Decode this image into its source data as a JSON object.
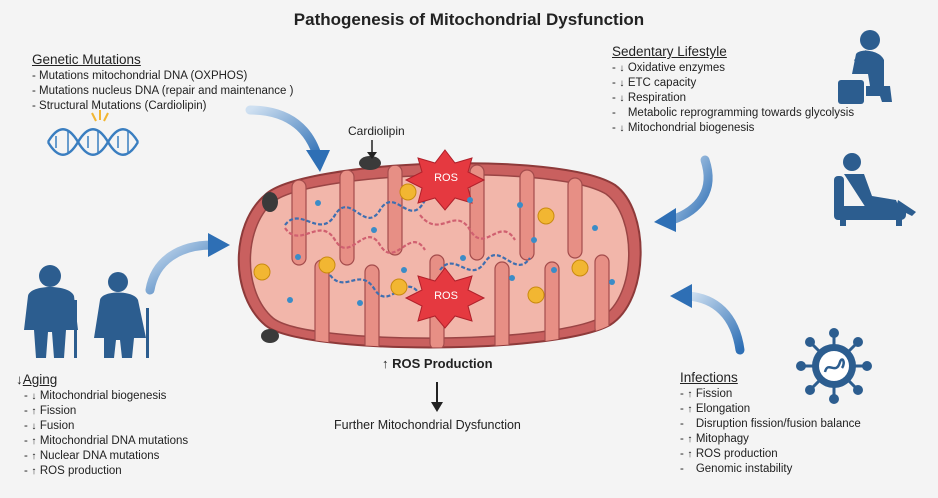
{
  "title": "Pathogenesis of Mitochondrial Dysfunction",
  "genetic": {
    "heading": "Genetic Mutations",
    "items": [
      "- Mutations mitochondrial DNA (OXPHOS)",
      "- Mutations nucleus DNA (repair and maintenance )",
      "- Structural Mutations (Cardiolipin)"
    ]
  },
  "sedentary": {
    "heading": "Sedentary Lifestyle",
    "items": [
      {
        "prefix": "-",
        "mark": "↓",
        "text": "Oxidative enzymes"
      },
      {
        "prefix": "-",
        "mark": "↓",
        "text": "ETC capacity"
      },
      {
        "prefix": "-",
        "mark": "↓",
        "text": "Respiration"
      },
      {
        "prefix": "-",
        "mark": "",
        "text": "Metabolic reprogramming towards glycolysis"
      },
      {
        "prefix": "-",
        "mark": "↓",
        "text": "Mitochondrial biogenesis"
      }
    ]
  },
  "aging": {
    "heading_mark": "↓",
    "heading": "Aging",
    "items": [
      {
        "prefix": "-",
        "mark": "↓",
        "text": "Mitochondrial biogenesis"
      },
      {
        "prefix": "-",
        "mark": "↑",
        "text": "Fission"
      },
      {
        "prefix": "-",
        "mark": "↓",
        "text": "Fusion"
      },
      {
        "prefix": "-",
        "mark": "↑",
        "text": "Mitochondrial DNA mutations"
      },
      {
        "prefix": "-",
        "mark": "↑",
        "text": "Nuclear DNA mutations"
      },
      {
        "prefix": "-",
        "mark": "↑",
        "text": "ROS production"
      }
    ]
  },
  "infections": {
    "heading": "Infections",
    "items": [
      {
        "prefix": "-",
        "mark": "↑",
        "text": "Fission"
      },
      {
        "prefix": "-",
        "mark": "↑",
        "text": "Elongation"
      },
      {
        "prefix": "-",
        "mark": "",
        "text": "Disruption fission/fusion balance"
      },
      {
        "prefix": "-",
        "mark": "↑",
        "text": "Mitophagy"
      },
      {
        "prefix": "-",
        "mark": "↑",
        "text": "ROS production"
      },
      {
        "prefix": "-",
        "mark": "",
        "text": "Genomic instability"
      }
    ]
  },
  "center": {
    "cardiolipin": "Cardiolipin",
    "ros_badge": "ROS",
    "ros_production_mark": "↑",
    "ros_production": "ROS Production",
    "further": "Further Mitochondrial Dysfunction"
  },
  "icons": {
    "dna": "dna-helix-icon",
    "person_head_in_hands": "person-head-in-hands-icon",
    "person_in_armchair": "person-in-armchair-icon",
    "elderly_couple": "elderly-couple-icon",
    "virus": "virus-icon"
  },
  "colors": {
    "arrow_blue": "#2e6fb5",
    "icon_blue": "#2c5d8f",
    "membrane": "#c9605f",
    "matrix": "#f2b6aa",
    "cristae": "#e78f85",
    "ros": "#e53940",
    "yellow_dot": "#f2b632",
    "blue_dot": "#3b8cc7"
  }
}
